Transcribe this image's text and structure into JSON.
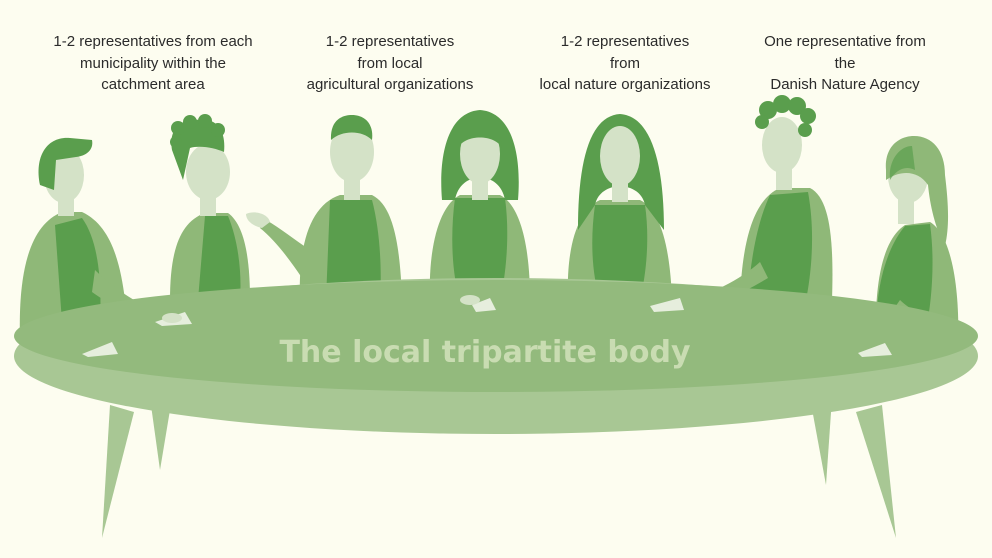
{
  "groups": [
    {
      "lines": [
        "1-2 representatives from each",
        "municipality within the",
        "catchment area"
      ]
    },
    {
      "lines": [
        "1-2 representatives",
        "from local",
        "agricultural organizations"
      ]
    },
    {
      "lines": [
        "1-2 representatives",
        "from",
        "local nature organizations"
      ]
    },
    {
      "lines": [
        "One representative from",
        "the",
        "Danish Nature Agency"
      ]
    }
  ],
  "table_label": "The local tripartite body",
  "colors": {
    "background": "#fdfdf0",
    "dark_green": "#5a9e4d",
    "mid_green": "#8fb878",
    "light_green": "#a4c38e",
    "face": "#d4e2c7",
    "table_top": "#93ba7d",
    "table_rim": "#a8c794"
  }
}
